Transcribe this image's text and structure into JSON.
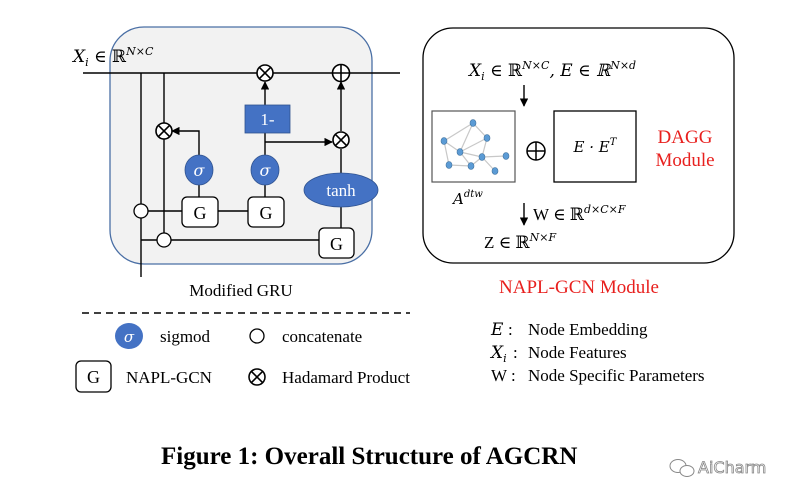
{
  "gru": {
    "input_label_x": "X",
    "input_label_sub": "i",
    "input_label_rest": " ∈ ℝ",
    "input_label_sup": "N×C",
    "one_minus_label": "1-",
    "sigma_label": "σ",
    "tanh_label": "tanh",
    "g_label": "G",
    "title": "Modified GRU"
  },
  "napl": {
    "input_x": "X",
    "input_sub": "i",
    "input_rest": " ∈ ℝ",
    "input_sup": "N×C",
    "input_e": ", E ∈ ℝ",
    "input_e_sup": "N×d",
    "eet_label": "E · E",
    "eet_sup": "T",
    "adtw_label": "A",
    "adtw_sup": "dtw",
    "w_label": "W ∈ ℝ",
    "w_sup": "d×C×F",
    "z_label": "Z ∈ ℝ",
    "z_sup": "N×F",
    "dagg_line1": "DAGG",
    "dagg_line2": "Module",
    "title": "NAPL-GCN Module",
    "accent_color": "#e8201e"
  },
  "legend": {
    "sigmoid_symbol": "σ",
    "sigmoid_label": "sigmod",
    "concat_label": "concatenate",
    "g_symbol": "G",
    "g_label": "NAPL-GCN",
    "hadamard_label": "Hadamard Product"
  },
  "notation": [
    {
      "symbol": "E",
      "sub": "",
      "desc": "Node Embedding"
    },
    {
      "symbol": "X",
      "sub": "i",
      "desc": "Node Features"
    },
    {
      "symbol": "W",
      "sub": "",
      "desc": "Node Specific Parameters"
    }
  ],
  "caption": "Figure 1: Overall Structure of AGCRN",
  "watermark": "AiCharm",
  "colors": {
    "gate_blue": "#4472c4",
    "gru_bg": "#f2f2f2",
    "gru_border": "#4a6fa5",
    "graph_node": "#5b9bd5"
  }
}
